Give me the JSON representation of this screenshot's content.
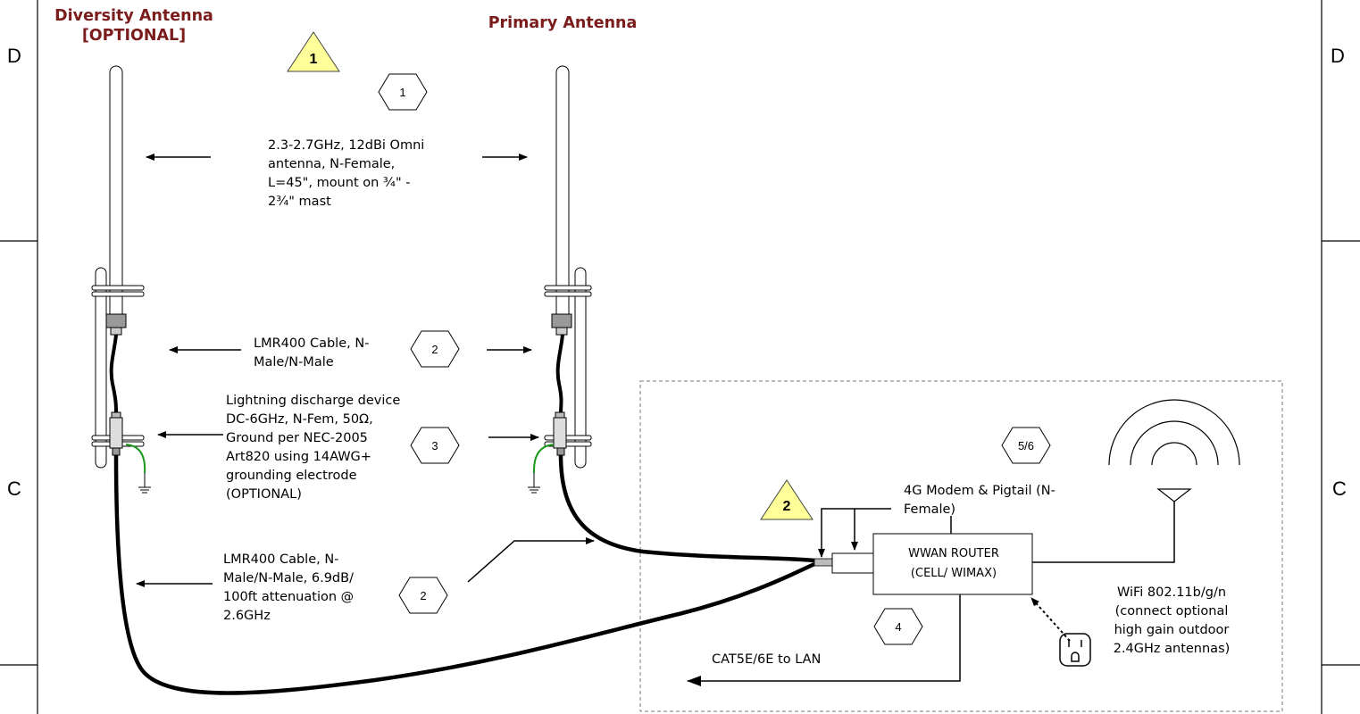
{
  "zone_letters": {
    "top_left": "D",
    "top_right": "D",
    "mid_left": "C",
    "mid_right": "C"
  },
  "titles": {
    "diversity_line1": "Diversity Antenna",
    "diversity_line2": "[OPTIONAL]",
    "primary": "Primary Antenna"
  },
  "warnings": {
    "w1": "1",
    "w2": "2"
  },
  "hex_tags": {
    "h1": "1",
    "h2a": "2",
    "h3": "3",
    "h2b": "2",
    "h56": "5/6",
    "h4": "4"
  },
  "antenna_label": [
    "2.3-2.7GHz, 12dBi Omni",
    "antenna, N-Female,",
    "L=45\", mount on ¾\" -",
    "2¾\" mast"
  ],
  "cable_label": [
    "LMR400 Cable, N-",
    "Male/N-Male"
  ],
  "lightning_label": [
    "Lightning discharge device",
    "DC-6GHz, N-Fem, 50Ω,",
    "Ground per NEC-2005",
    "Art820 using 14AWG+",
    "grounding electrode",
    "(OPTIONAL)"
  ],
  "cable_long_label": [
    "LMR400 Cable, N-",
    "Male/N-Male, 6.9dB/",
    "100ft attenuation @",
    "2.6GHz"
  ],
  "modem_label": [
    "4G Modem & Pigtail (N-",
    "Female)"
  ],
  "router_label": [
    "WWAN ROUTER",
    "(CELL/ WIMAX)"
  ],
  "lan_label": "CAT5E/6E to LAN",
  "wifi_label": [
    "WiFi 802.11b/g/n",
    "(connect optional",
    "high gain outdoor",
    "2.4GHz antennas)"
  ]
}
